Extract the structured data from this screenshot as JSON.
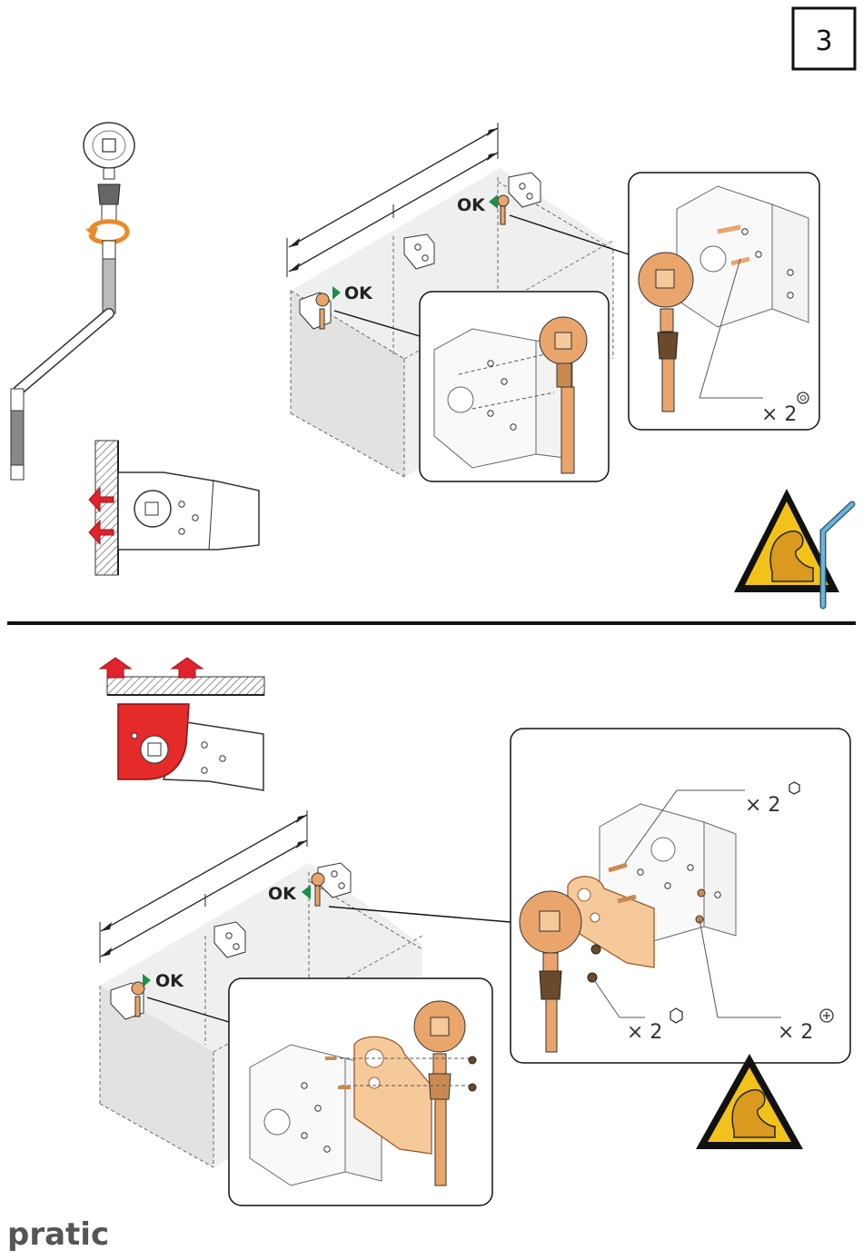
{
  "page": {
    "step_number": "3",
    "brand": "pratic"
  },
  "colors": {
    "copper": "#e9a56b",
    "copper_light": "#f6c99b",
    "red_arrow": "#e0232e",
    "red_bracket": "#e52a2a",
    "ok_green": "#1e8f4a",
    "warning_yellow": "#f2c21b",
    "muscle_fill": "#d99a1f",
    "hex_key_blue": "#6fb3d6",
    "wall_gray": "#d4d4d4"
  },
  "top_section": {
    "ok_label_upper": "OK",
    "ok_label_lower": "OK",
    "detail_multiplier": "× 2",
    "detail_multiplier_icon": "washer-icon",
    "warning_icon": "strength-warning-icon",
    "tool_icon": "hex-key-icon"
  },
  "bottom_section": {
    "ok_label_upper": "OK",
    "ok_label_lower": "OK",
    "multiplier_top": "× 2",
    "multiplier_top_icon": "hex-nut-icon",
    "multiplier_left": "× 2",
    "multiplier_left_icon": "hex-nut-icon",
    "multiplier_right": "× 2",
    "multiplier_right_icon": "phillips-screw-icon",
    "warning_icon": "strength-warning-icon"
  }
}
